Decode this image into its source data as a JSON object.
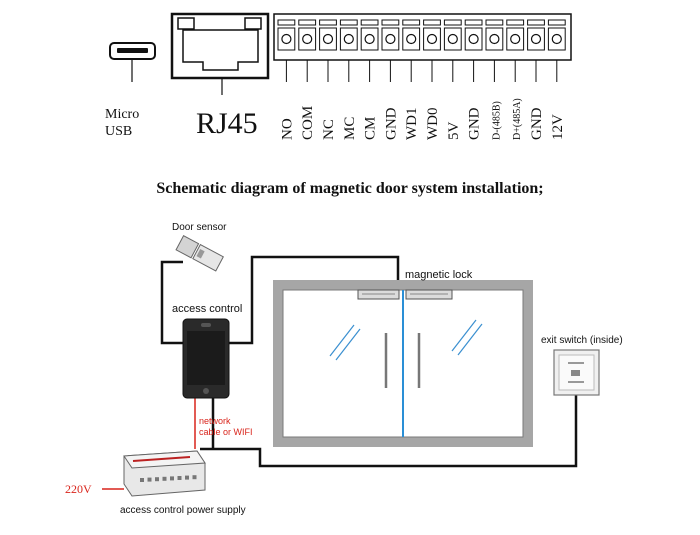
{
  "connector_panel": {
    "usb_label_line1": "Micro",
    "usb_label_line2": "USB",
    "rj45_label": "RJ45",
    "terminal_pins": [
      "NO",
      "COM",
      "NC",
      "MC",
      "CM",
      "GND",
      "WD1",
      "WD0",
      "5V",
      "GND",
      "D-(485B)",
      "D+(485A)",
      "GND",
      "12V"
    ]
  },
  "title": "Schematic diagram of magnetic door system installation;",
  "diagram": {
    "door_sensor_label": "Door sensor",
    "access_control_label": "access control",
    "magnetic_lock_label": "magnetic lock",
    "exit_switch_label": "exit switch (inside)",
    "network_label_line1": "network",
    "network_label_line2": "cable or WIFI",
    "power_input_label": "220V",
    "power_supply_label": "access control power supply",
    "colors": {
      "wire": "#111111",
      "network_wire": "#d9241b",
      "power_wire": "#d9241b",
      "door_seam": "#2a8fd6",
      "glass_lines": "#3a8fd0",
      "frame": "#9a9a9a"
    }
  }
}
